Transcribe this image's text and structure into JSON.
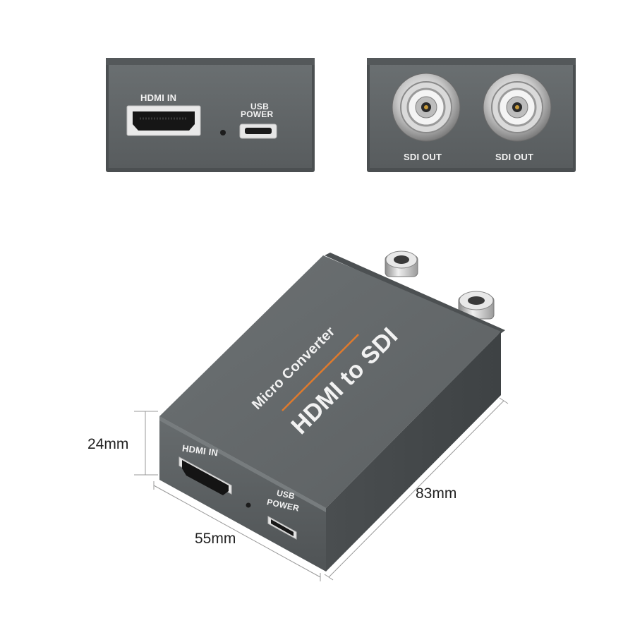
{
  "front_panel": {
    "hdmi_label": "HDMI IN",
    "usb_label_line1": "USB",
    "usb_label_line2": "POWER"
  },
  "back_panel": {
    "sdi_left_label": "SDI OUT",
    "sdi_right_label": "SDI OUT"
  },
  "device_top": {
    "line1": "Micro Converter",
    "line2": "HDMI to SDI"
  },
  "device_front": {
    "hdmi_label": "HDMI IN",
    "usb_label_line1": "USB",
    "usb_label_line2": "POWER"
  },
  "dimensions": {
    "height": "24mm",
    "width": "55mm",
    "length": "83mm"
  },
  "colors": {
    "body": "#5f6466",
    "body_dark": "#4d5153",
    "accent_line": "#e07a2c"
  }
}
